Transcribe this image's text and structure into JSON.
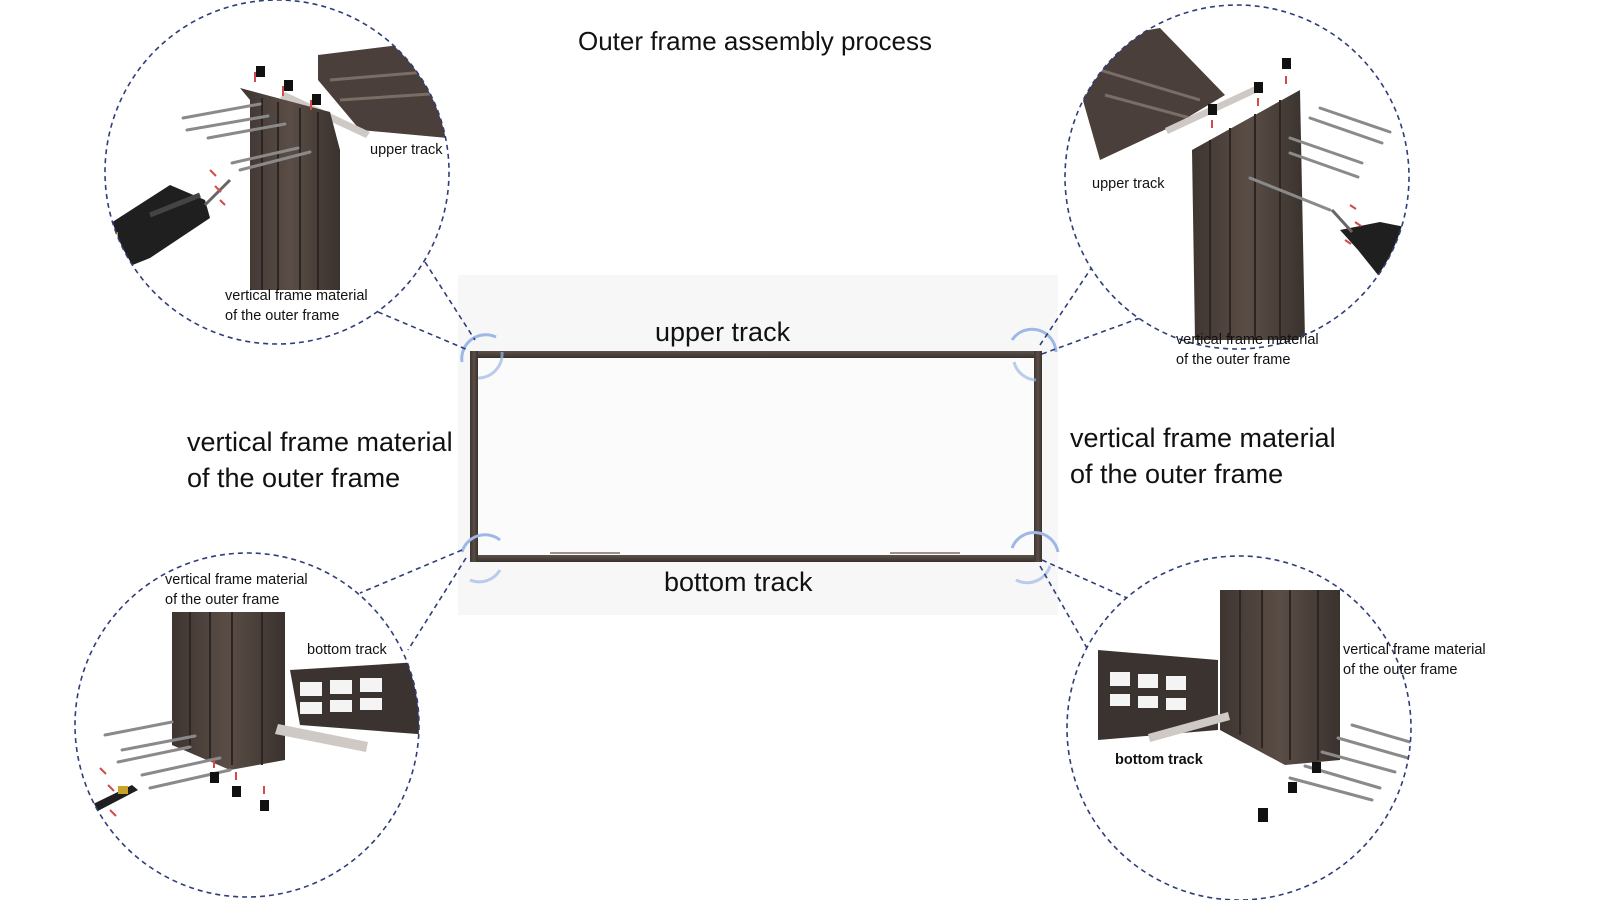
{
  "title": "Outer frame assembly process",
  "center": {
    "upper_track": "upper track",
    "bottom_track": "bottom track",
    "left_label": [
      "vertical frame material",
      "of the outer frame"
    ],
    "right_label": [
      "vertical frame material",
      "of the outer frame"
    ]
  },
  "details": {
    "top_left": {
      "track": "upper track",
      "frame": [
        "vertical frame material",
        "of the outer frame"
      ]
    },
    "top_right": {
      "track": "upper track",
      "frame": [
        "vertical frame material",
        "of the outer frame"
      ]
    },
    "bottom_left": {
      "track": "bottom track",
      "frame": [
        "vertical frame material",
        "of the outer frame"
      ]
    },
    "bottom_right": {
      "track": "bottom track",
      "frame": [
        "vertical frame material",
        "of the outer frame"
      ]
    }
  },
  "colors": {
    "frame": "#4a3f3a",
    "frame_light": "#6b5e57",
    "dashed_circle": "#2f3e7a",
    "corner_marker": "#9db8e6",
    "drill_body": "#1f1f1f",
    "drill_accent": "#c9a227",
    "red_arrow": "#d24a4a"
  },
  "icons": [
    "drill-icon",
    "screw-icon",
    "corner-cap-icon",
    "strip-seal-icon"
  ]
}
